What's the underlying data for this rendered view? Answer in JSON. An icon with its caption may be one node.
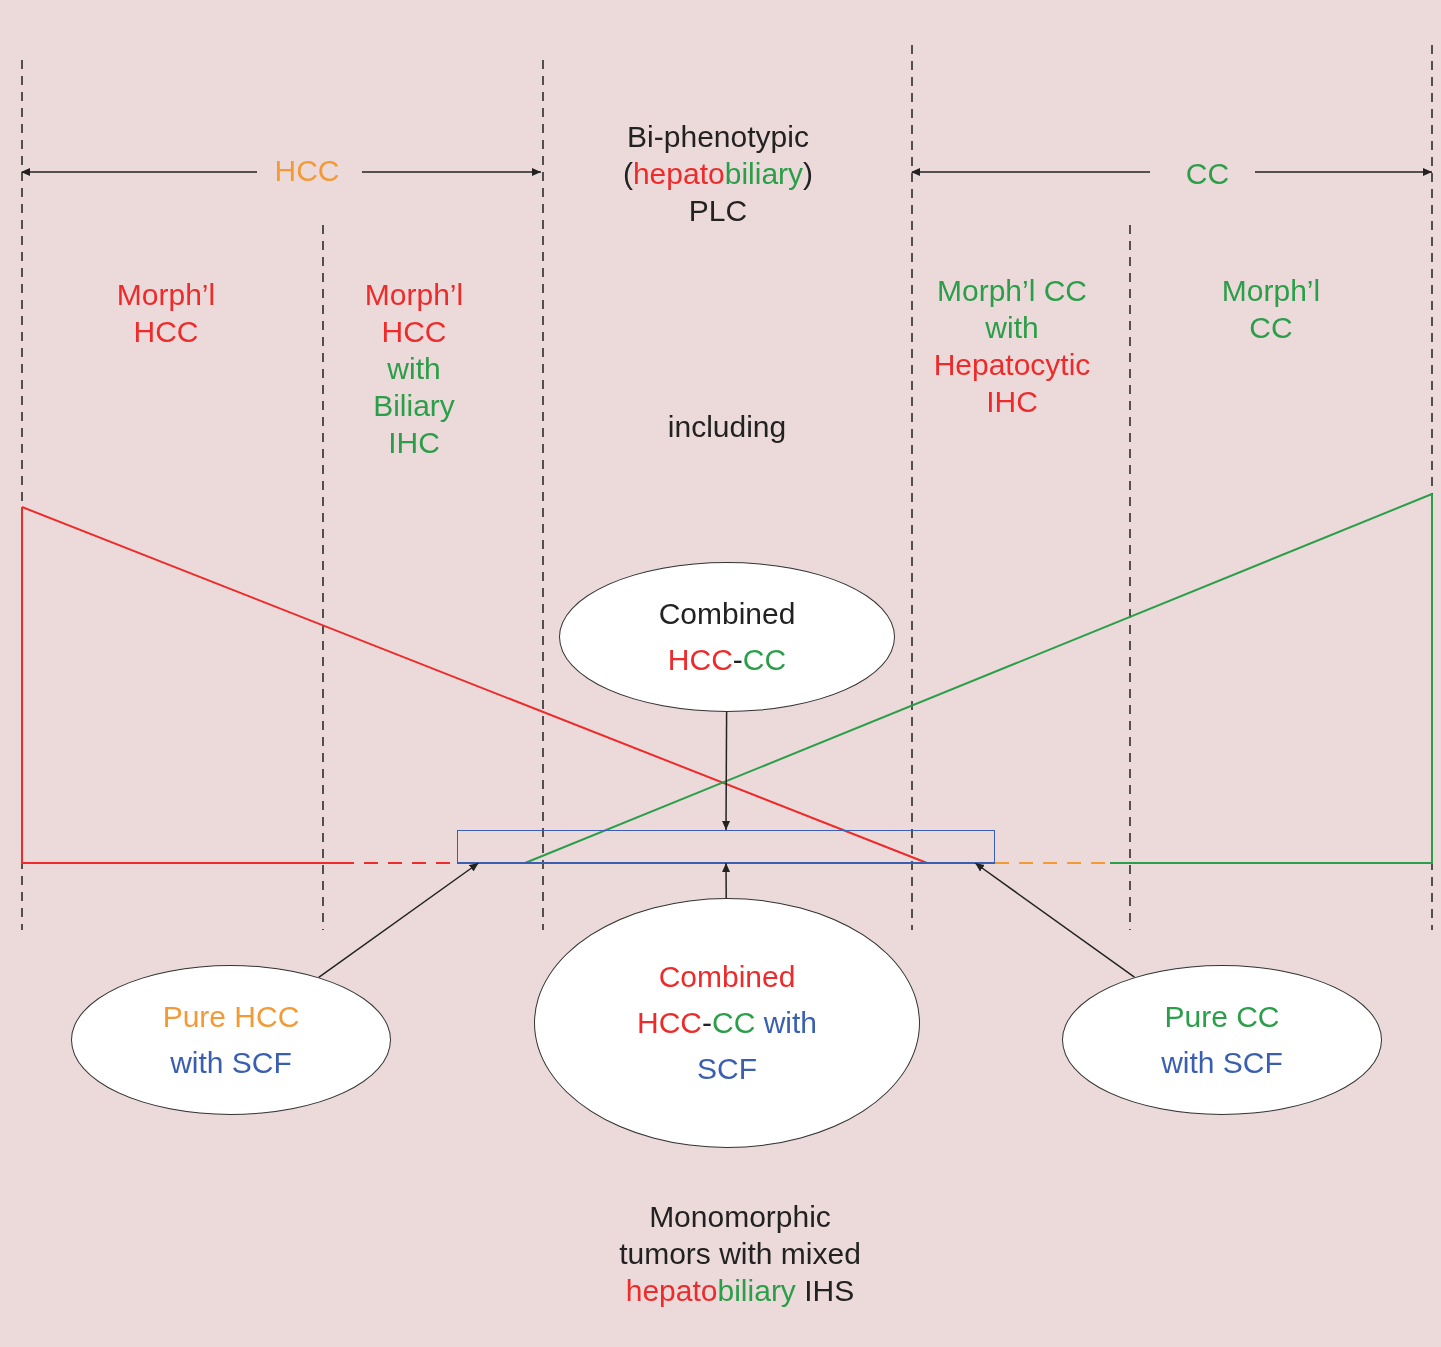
{
  "diagram": {
    "nodes": [
      {
        "text": [
          "Combined HCC-CC"
        ]
      },
      {
        "text": [],
        "shape": "box"
      },
      {
        "text": [
          "Pure HCC with SCF"
        ]
      },
      {
        "text": [
          "Combined HCC-CC with SCF"
        ]
      },
      {
        "text": [
          "Pure CC with SCF"
        ]
      }
    ],
    "edges": [
      {
        "from": 0,
        "to": 1,
        "arrow": "to"
      },
      {
        "from": 2,
        "to": 1,
        "arrow": "to"
      },
      {
        "from": 3,
        "to": 1,
        "arrow": "to"
      },
      {
        "from": 4,
        "to": 1,
        "arrow": "to"
      }
    ],
    "labels": [
      "HCC",
      "Bi-phenotypic (hepatobiliary) PLC",
      "CC",
      "Morph’l HCC",
      "Morph’l HCC with Biliary IHC",
      "including",
      "Morph’l CC with Hepatocytic IHC",
      "Morph’l CC",
      "Monomorphic tumors with mixed hepatobiliary IHS"
    ]
  }
}
